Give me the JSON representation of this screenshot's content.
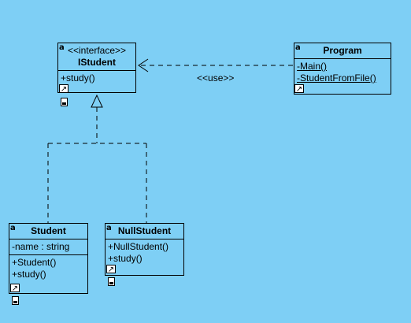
{
  "classes": {
    "istudent": {
      "stereotype": "<<interface>>",
      "name": "IStudent",
      "operations": [
        "+study()"
      ]
    },
    "program": {
      "name": "Program",
      "operations": [
        "-Main()",
        "-StudentFromFile()"
      ]
    },
    "student": {
      "name": "Student",
      "attributes": [
        "-name : string"
      ],
      "operations": [
        "+Student()",
        "+study()"
      ]
    },
    "nullstudent": {
      "name": "NullStudent",
      "operations": [
        "+NullStudent()",
        "+study()"
      ]
    }
  },
  "relations": {
    "use_label": "<<use>>"
  },
  "icons": {
    "class_icon": "class-icon",
    "shortcut": "shortcut-arrow-icon",
    "note": "note-icon"
  },
  "colors": {
    "background": "#7ecff5",
    "line": "#000000"
  }
}
